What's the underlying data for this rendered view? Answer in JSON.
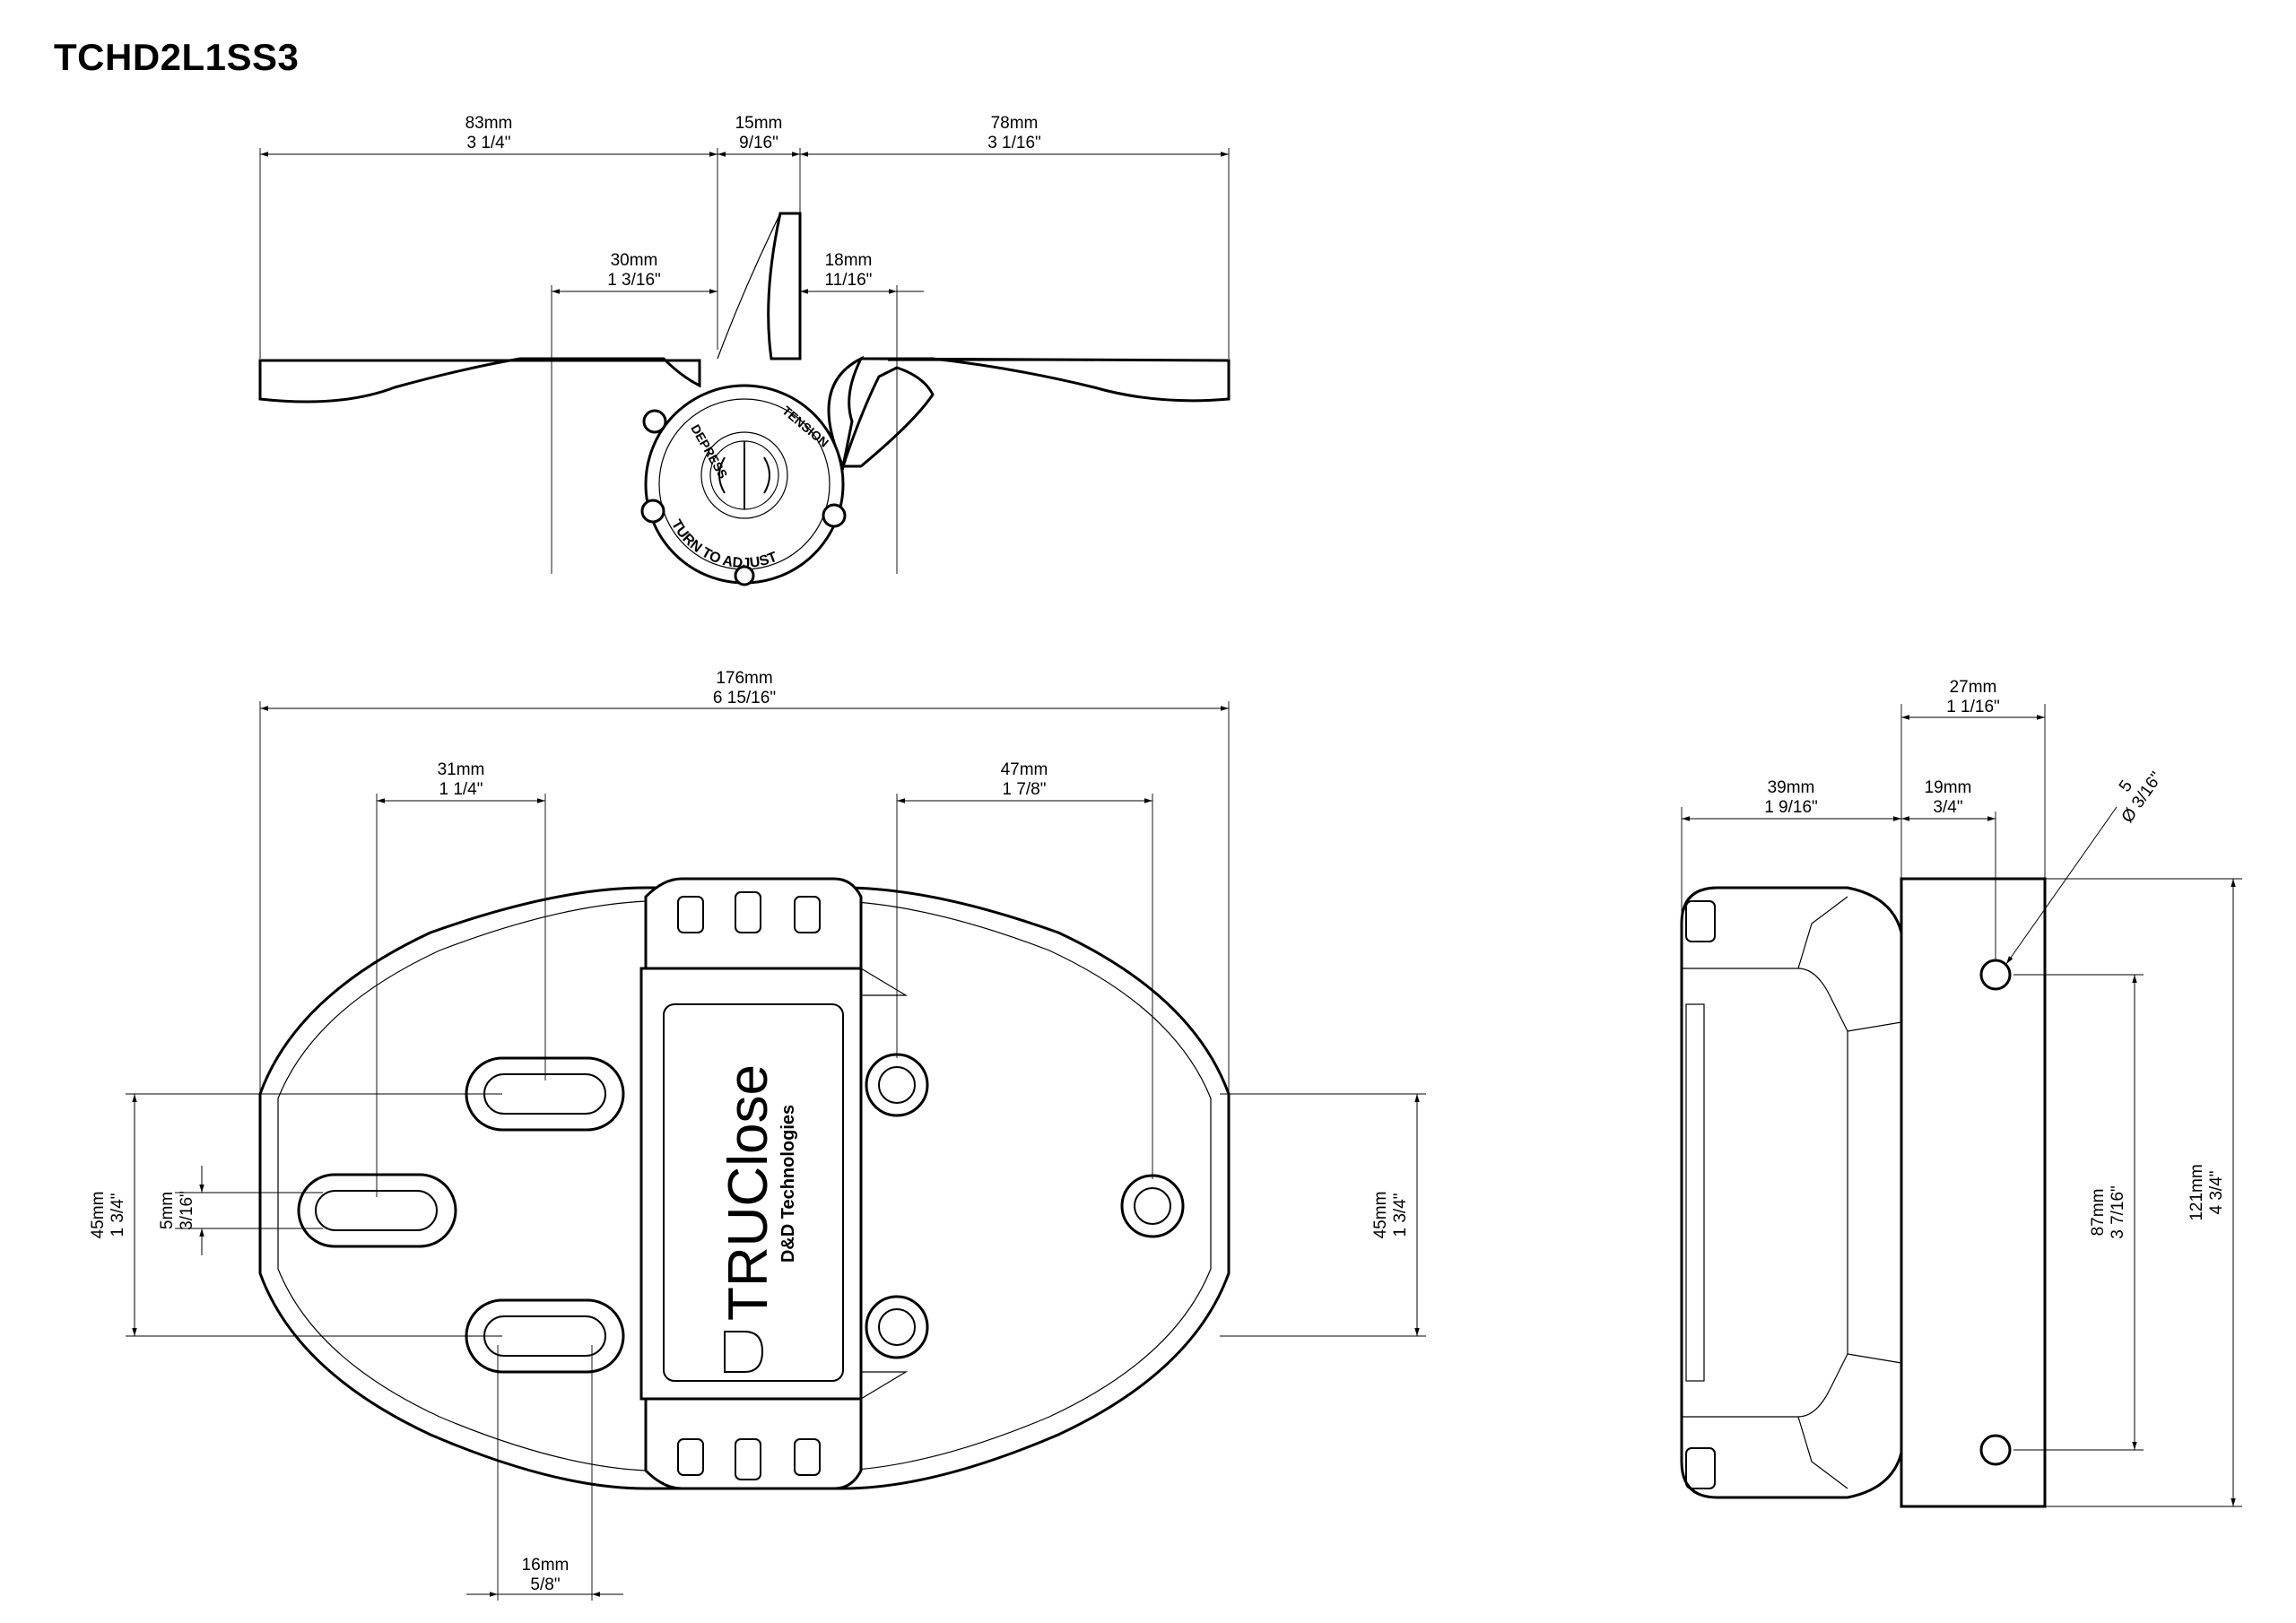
{
  "title": "TCHD2L1SS3",
  "dimensions": {
    "top_left": {
      "mm": "83mm",
      "inch": "3 1/4\""
    },
    "top_mid": {
      "mm": "15mm",
      "inch": "9/16\""
    },
    "top_right": {
      "mm": "78mm",
      "inch": "3 1/16\""
    },
    "top_inner_left": {
      "mm": "30mm",
      "inch": "1 3/16\""
    },
    "top_inner_right": {
      "mm": "18mm",
      "inch": "11/16\""
    },
    "front_overall": {
      "mm": "176mm",
      "inch": "6 15/16\""
    },
    "front_slot_spacing": {
      "mm": "31mm",
      "inch": "1 1/4\""
    },
    "front_hole_spacing": {
      "mm": "47mm",
      "inch": "1 7/8\""
    },
    "front_left_height": {
      "mm": "45mm",
      "inch": "1 3/4\""
    },
    "front_slot_width": {
      "mm": "5mm",
      "inch": "3/16\""
    },
    "front_right_height": {
      "mm": "45mm",
      "inch": "1 3/4\""
    },
    "front_slot_length": {
      "mm": "16mm",
      "inch": "5/8\""
    },
    "side_depth": {
      "mm": "27mm",
      "inch": "1 1/16\""
    },
    "side_body": {
      "mm": "39mm",
      "inch": "1 9/16\""
    },
    "side_hole_offset": {
      "mm": "19mm",
      "inch": "3/4\""
    },
    "side_hole_dia": {
      "mm": "5",
      "inch": "Ø 3/16\""
    },
    "side_hole_spacing": {
      "mm": "87mm",
      "inch": "3 7/16\""
    },
    "side_height": {
      "mm": "121mm",
      "inch": "4 3/4\""
    }
  },
  "labels": {
    "brand": "TRUClose",
    "brand_sub": "D&D Technologies",
    "knob_text_1": "TURN TO ADJUST",
    "knob_text_2": "DEPRESS",
    "knob_text_3": "TENSION"
  }
}
